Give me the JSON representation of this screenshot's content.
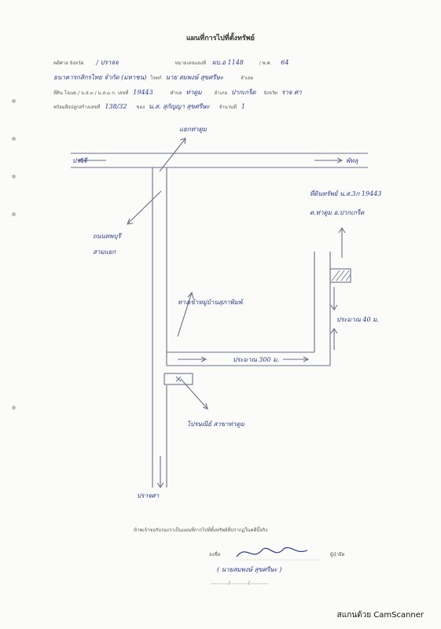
{
  "doc": {
    "title": "แผนที่การไปที่ตั้งทรัพย์",
    "header": {
      "deed_label": "คดีศาล จังหวัด",
      "deed_value": "/ ปราจจ",
      "black_label": "หมายเลขแดงที่",
      "black_value": "ผบ.อ 1148",
      "year_label": "/ พ.ศ.",
      "year_value": "64",
      "plaintiff_value": "ธนาคารกสิกรไทย จำกัด (มหาชน)",
      "versus_label": "โจทก์",
      "defendant_value": "นาย สมพงษ์ สุขศรีษะ",
      "defendant_label": "จำเลย",
      "land_label": "ที่ดิน โฉนด / น.ส.๓ / น.ส.๓ ก. เลขที่",
      "land_number": "19443",
      "subdistrict_label": "ตำบล",
      "subdistrict_value": "ท่าตูม",
      "district_label": "อำเภอ",
      "district_value": "ปากเกร็ด",
      "province_label": "จังหวัด",
      "province_value": "ราจ ศา",
      "building_label": "พร้อมสิ่งปลูกสร้างเลขที่",
      "building_value": "138/32",
      "owner_label": "ของ",
      "owner_value": "น.ส. สุกัญญา สุขศรีษะ",
      "count_label": "จำนวนที่",
      "count_value": "1"
    },
    "map_labels": {
      "intersection": "แยกท่าตูม",
      "west": "ปราจี",
      "east": "พัทลุ",
      "road_name_1": "ถนนทพบุรี",
      "road_name_2": "สามแยก",
      "property_1": "ที่ดินทรัพย์ น.ส.3ก 19443",
      "property_2": "ต.ท่าตูม อ.ปากเกร็ด",
      "village": "ทางเข้าหมู่บ้านสุภาพิมพ์",
      "dist_300": "ประมาณ 300 ม.",
      "dist_40": "ประมาณ 40 ม.",
      "post_office": "ไปรษณีย์ สาขาท่าตูม",
      "south": "ปราจศา"
    },
    "certification": "ข้าพเจ้าขอรับรองว่าเป็นแผนที่การไปที่ตั้งทรัพย์ที่ปรากฏในคดีนี้จริง",
    "signature": {
      "sign_label": "ลงชื่อ",
      "role": "ผู้นำยึด",
      "name_line": "( นายสมพงษ์ สุขศรีษะ )",
      "date_line": "............/............/............"
    },
    "watermark": "สแกนด้วย CamScanner"
  }
}
